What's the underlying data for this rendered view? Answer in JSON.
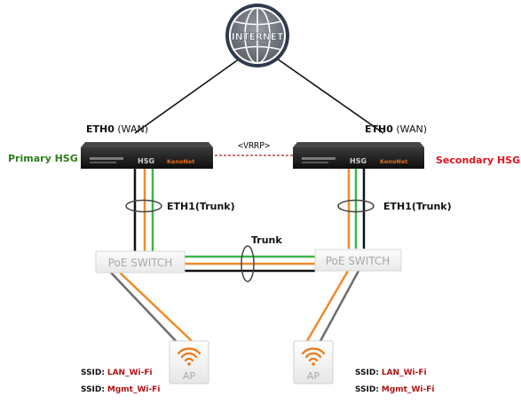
{
  "internet": {
    "label": "INTERNET"
  },
  "hsg_left": {
    "role_label": "Primary HSG",
    "wan_port": "ETH0",
    "wan_suffix": "(WAN)",
    "device_text": "HSG",
    "brand_text": "KenoNet"
  },
  "hsg_right": {
    "role_label": "Secondary HSG",
    "wan_port": "ETH0",
    "wan_suffix": "(WAN)",
    "device_text": "HSG",
    "brand_text": "KenoNet"
  },
  "vrrp_label": "<VRRP>",
  "trunk_left": {
    "port": "ETH1",
    "suffix": "(Trunk)"
  },
  "trunk_right": {
    "port": "ETH1",
    "suffix": "(Trunk)"
  },
  "switch_trunk_label": "Trunk",
  "switches": {
    "left": "PoE SWITCH",
    "right": "PoE SWITCH"
  },
  "aps": {
    "left": "AP",
    "right": "AP"
  },
  "ssid_left": {
    "k1": "SSID:",
    "v1": "LAN_Wi-Fi",
    "k2": "SSID:",
    "v2": "Mgmt_Wi-Fi"
  },
  "ssid_right": {
    "k1": "SSID:",
    "v1": "LAN_Wi-Fi",
    "k2": "SSID:",
    "v2": "Mgmt_Wi-Fi"
  },
  "colors": {
    "black_link": "#111111",
    "green_link": "#3fb54a",
    "orange_link": "#f08a2a",
    "gray_link": "#6d6d6d",
    "vrrp_link": "#b51c1c",
    "wifi_orange": "#f07a1a"
  }
}
